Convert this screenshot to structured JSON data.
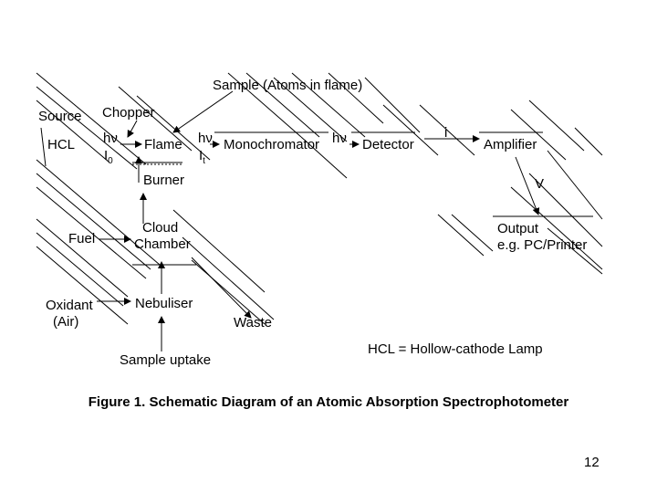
{
  "diagram": {
    "sample_label": "Sample (Atoms in flame)",
    "source_label": "Source",
    "chopper_label": "Chopper",
    "hcl_label": "HCL",
    "hv_1": "hν",
    "i0_label": "I",
    "i0_sub": "0",
    "flame_label": "Flame",
    "hv_2": "hν",
    "it_label": "I",
    "it_sub": "t",
    "monochromator_label": "Monochromator",
    "hv_3": "hν",
    "detector_label": "Detector",
    "i_label": "i",
    "amplifier_label": "Amplifier",
    "burner_label": "Burner",
    "v_label": "V",
    "cloud_label_1": "Cloud",
    "cloud_label_2": "Chamber",
    "fuel_label": "Fuel",
    "output_label_1": "Output",
    "output_label_2": "e.g. PC/Printer",
    "oxidant_label_1": "Oxidant",
    "oxidant_label_2": "(Air)",
    "nebuliser_label": "Nebuliser",
    "waste_label": "Waste",
    "sample_uptake_label": "Sample uptake",
    "hcl_legend": "HCL = Hollow-cathode Lamp"
  },
  "caption": "Figure 1. Schematic Diagram of an Atomic Absorption Spectrophotometer",
  "page_number": "12"
}
